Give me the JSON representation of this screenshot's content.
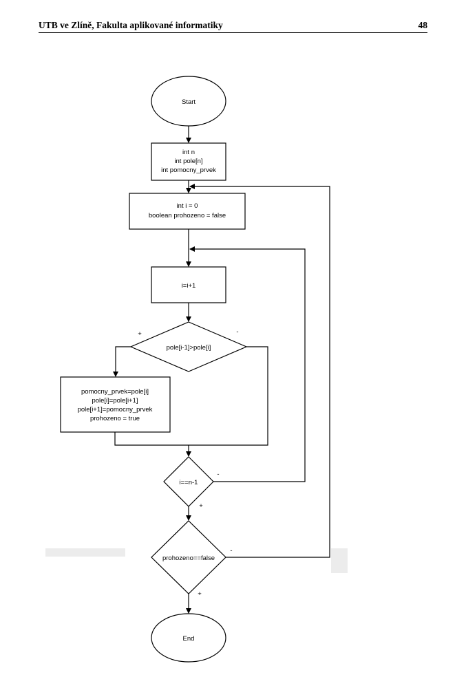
{
  "header": {
    "title": "UTB ve Zlíně, Fakulta aplikované informatiky",
    "page_number": "48"
  },
  "flowchart": {
    "start": "Start",
    "declarations": [
      "int n",
      "int pole[n]",
      "int pomocny_prvek"
    ],
    "init": [
      "int i = 0",
      "boolean prohozeno = false"
    ],
    "increment": "i=i+1",
    "compare": {
      "label": "pole[i-1]>pole[i]",
      "yes": "+",
      "no": "-"
    },
    "swap": [
      "pomocny_prvek=pole[i]",
      "pole[i]=pole[i+1]",
      "pole[i+1]=pomocny_prvek",
      "prohozeno = true"
    ],
    "loop_check": {
      "label": "i==n-1",
      "yes": "+",
      "no": "-"
    },
    "swapped_check": {
      "label": "prohozeno==false",
      "yes": "+",
      "no": "-"
    },
    "end": "End"
  }
}
